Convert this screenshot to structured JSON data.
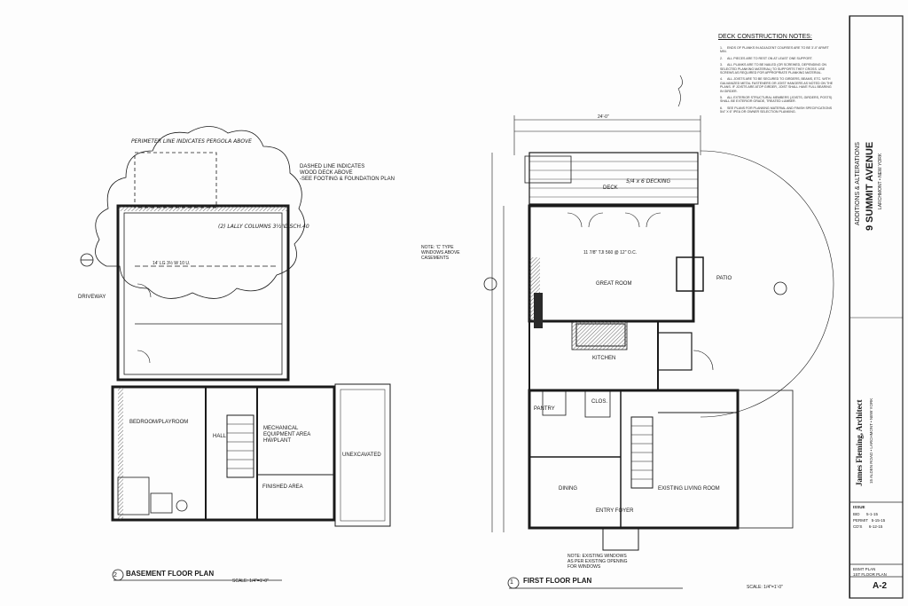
{
  "deck_notes": {
    "title": "DECK CONSTRUCTION NOTES:",
    "items": [
      "ENDS OF PLANKS IN ADJACENT COURSES ARE TO BE 3'-0\" APART MIN.",
      "ALL PIECES ARE TO REST ON AT LEAST ONE SUPPORT.",
      "ALL PLANKS ARE TO BE NAILED (OR SCREWED, DEPENDING ON SELECTED PLANKING MATERIAL) TO SUPPORTS THEY CROSS. USE SCREWS AS REQUIRED FOR APPROPRIATE PLANKING MATERIAL.",
      "ALL JOISTS ARE TO BE SECURED TO GIRDERS, BEAMS, ETC. WITH GALVANIZED METAL FASTENERS OR JOIST HANGERS AS NOTED ON THE PLANS. IF JOISTS ARE ATOP GIRDER, JOIST SHALL HAVE FULL BEARING IN GIRDER.",
      "ALL EXTERIOR STRUCTURAL MEMBERS (JOISTS, GIRDERS, POSTS) SHALL BE EXTERIOR GRADE, TREATED LUMBER.",
      "SEE PLANS FOR PLANKING MATERIAL AND FINISH SPECIFICATIONS 5/4\" X 6\" IPEA OR OWNER SELECTION PLANKING."
    ]
  },
  "basement_plan": {
    "title": "BASEMENT FLOOR PLAN",
    "number": "2",
    "scale": "SCALE: 1/4\"=1'-0\"",
    "deck_note_line1": "DASHED LINE INDICATES",
    "deck_note_line2": "WOOD DECK ABOVE",
    "deck_note_line3": "-SEE FOOTING & FOUNDATION PLAN",
    "driveway": "DRIVEWAY",
    "bedroom": "BEDROOM/PLAYROOM",
    "hall": "HALL",
    "mech_line1": "MECHANICAL",
    "mech_line2": "EQUIPMENT AREA",
    "mech_line3": "HW/PLANT",
    "finished": "FINISHED AREA",
    "unexcavated": "UNEXCAVATED",
    "dim_beam": "14' LG 3½ W 10 U.",
    "handnote_top": "PERIMETER LINE INDICATES PERGOLA ABOVE",
    "handnote_lally": "(2) LALLY COLUMNS 3½\"Ø SCH.40"
  },
  "first_floor_plan": {
    "title": "FIRST FLOOR PLAN",
    "number": "1",
    "scale": "SCALE: 1/4\"=1'-0\"",
    "dim_top": "24'-0\"",
    "deck": "DECK",
    "deck_note": "5/4 x 6 DECKING",
    "great_room": "GREAT ROOM",
    "beam_note": "11 7/8\" TJI 560 @ 12\" O.C.",
    "kitchen": "KITCHEN",
    "patio": "PATIO",
    "pantry": "PANTRY",
    "clos": "CLOS.",
    "dining": "DINING",
    "entry": "ENTRY FOYER",
    "living": "EXISTING LIVING ROOM",
    "casement_note": "NOTE: 'C' TYPE WINDOWS ABOVE CASEMENTS",
    "window_note": "NOTE: EXISTING WINDOWS AS PER EXISTING OPENING FOR WINDOWS"
  },
  "title_block": {
    "project_line1": "ADDITIONS & ALTERATIONS",
    "project_line2": "9 SUMMIT AVENUE",
    "project_line3": "LARCHMONT • NEW YORK",
    "architect": "James Fleming, Architect",
    "architect_address": "15 ALDEN ROAD • LARCHMONT • NEW YORK",
    "issue_header": "ISSUE",
    "revisions": [
      {
        "label": "BID",
        "date": "5-1-15"
      },
      {
        "label": "PERMIT",
        "date": "5-15-15"
      },
      {
        "label": "CD'S",
        "date": "6-12-15"
      }
    ],
    "sheet_caption_line1": "BSMT PLAN",
    "sheet_caption_line2": "1ST FLOOR PLAN",
    "sheet_number": "A-2"
  },
  "colors": {
    "ink": "#1a1a1a",
    "paper": "#fdfdfd",
    "hatch": "#444444"
  }
}
